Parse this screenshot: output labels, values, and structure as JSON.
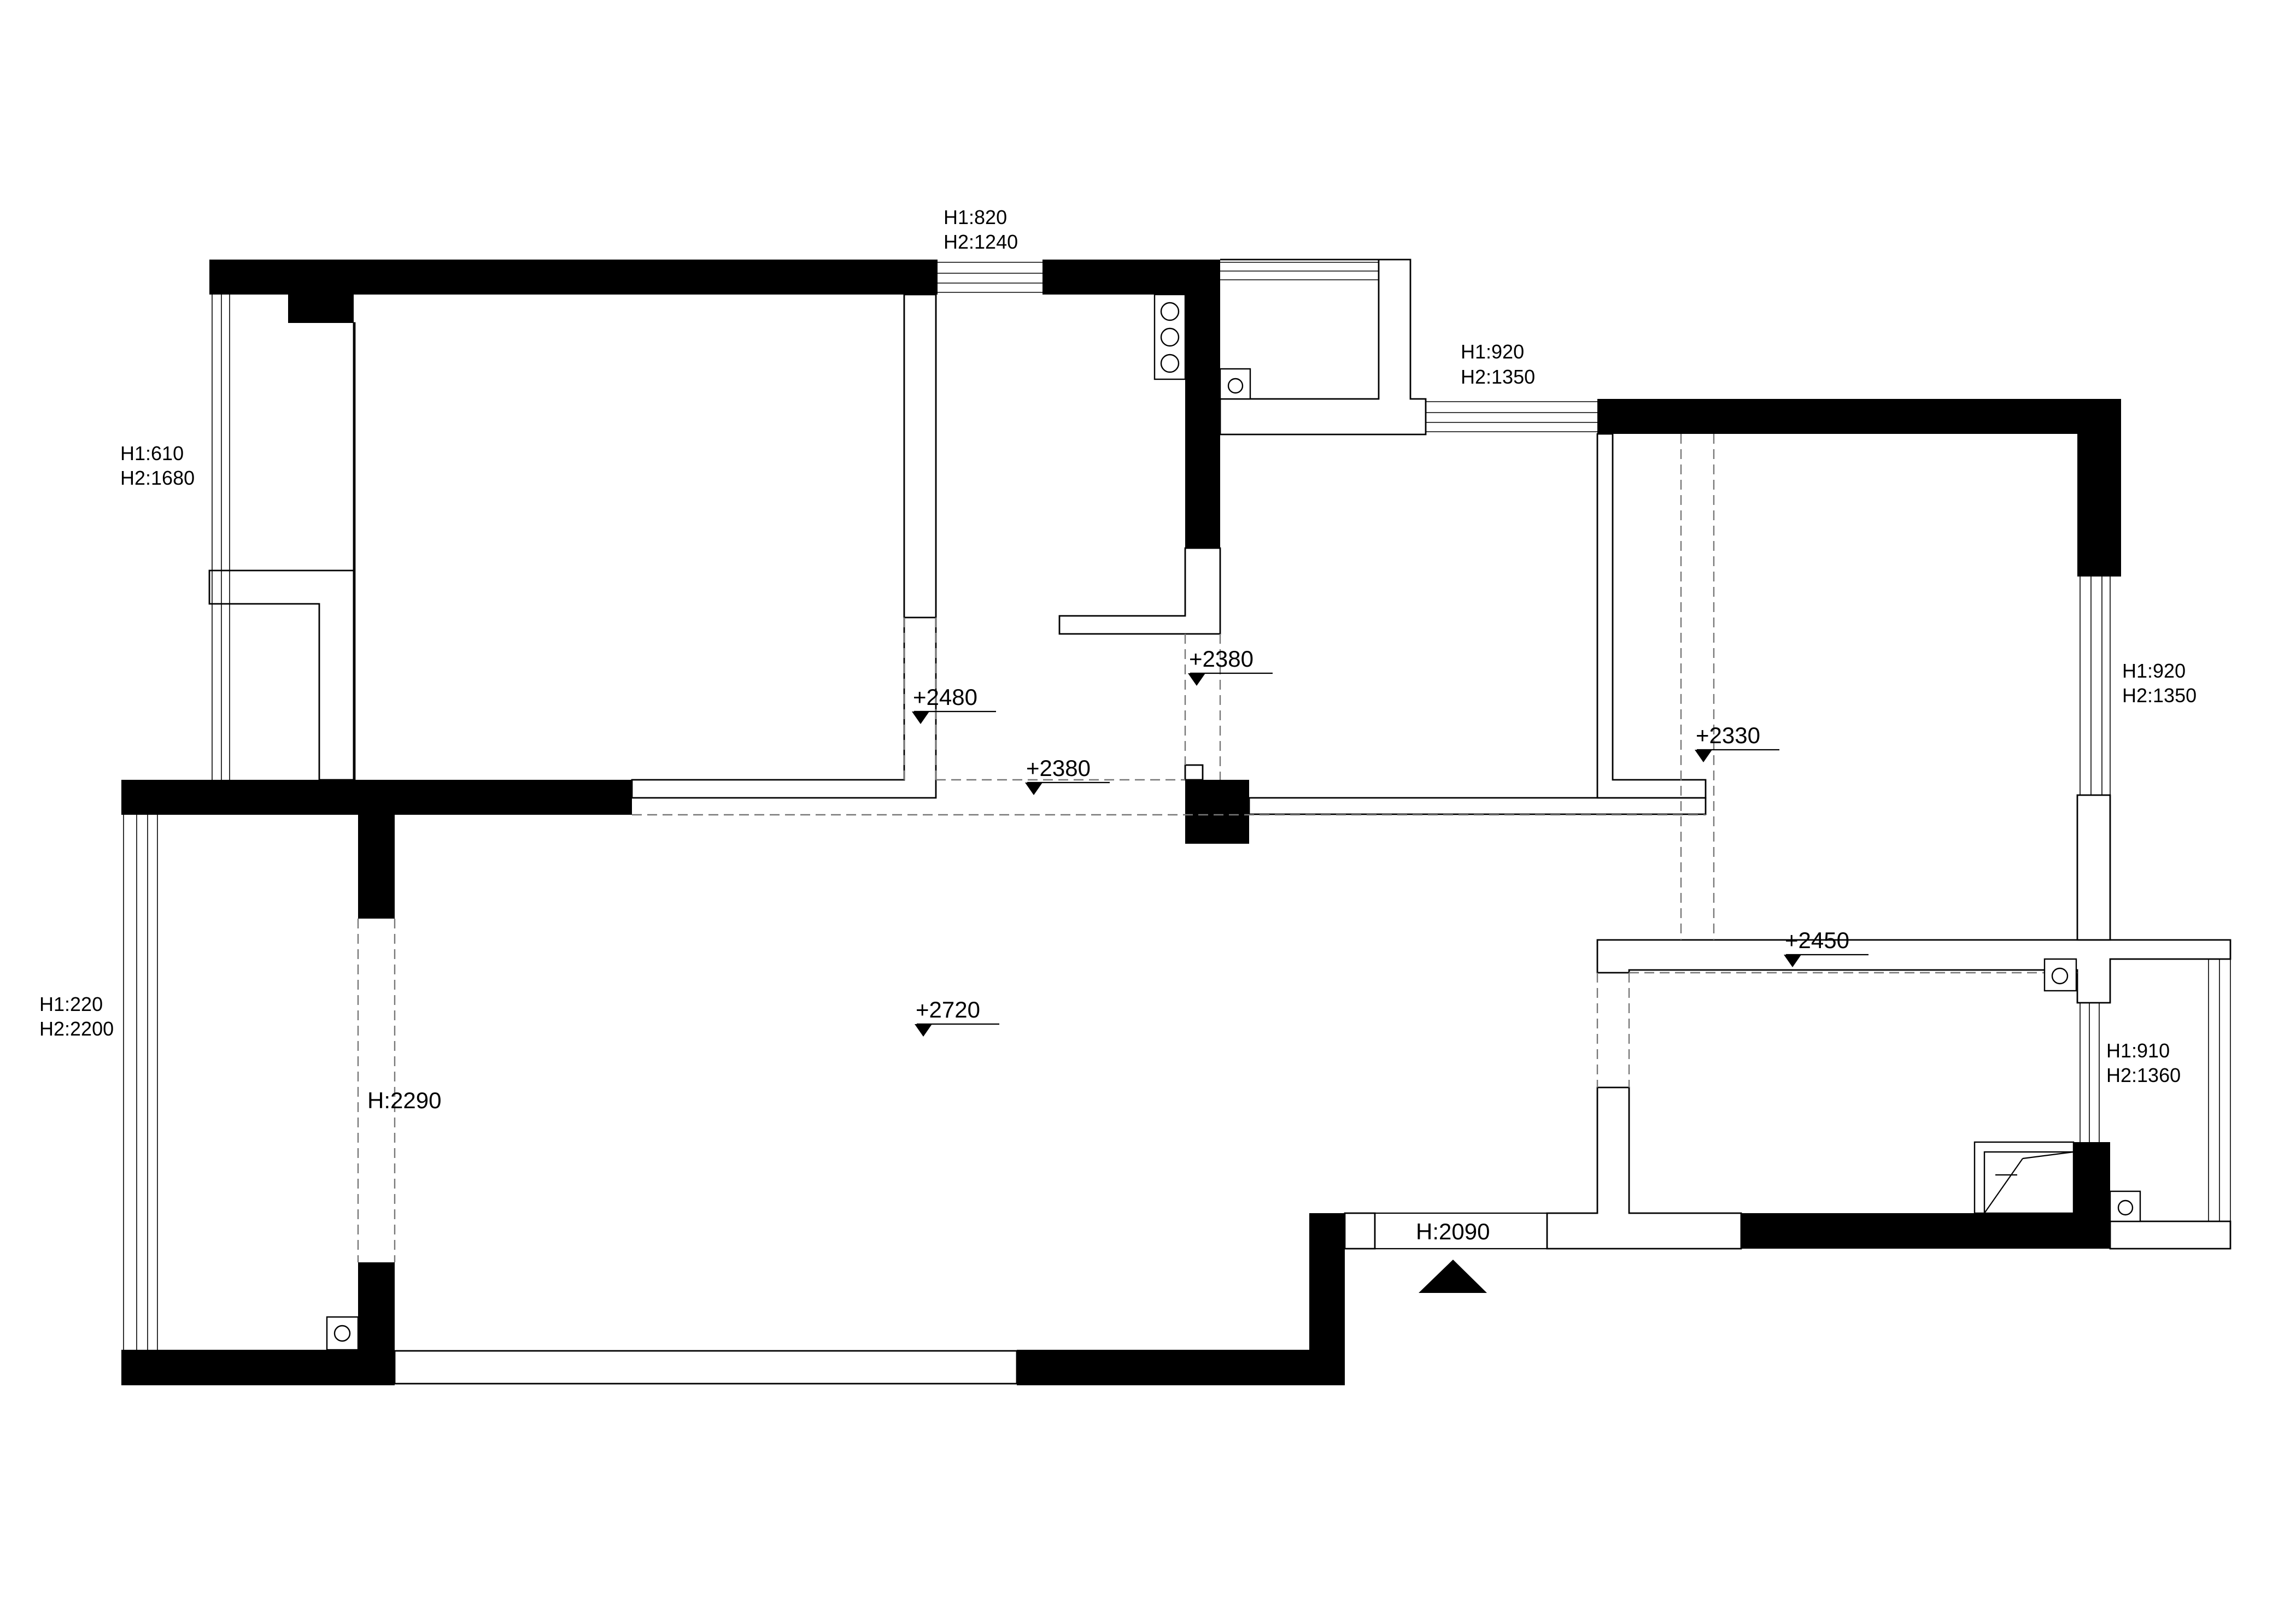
{
  "drawing": {
    "windows": [
      {
        "h1": "H1:820",
        "h2": "H2:1240"
      },
      {
        "h1": "H1:610",
        "h2": "H2:1680"
      },
      {
        "h1": "H1:920",
        "h2": "H2:1350"
      },
      {
        "h1": "H1:920",
        "h2": "H2:1350"
      },
      {
        "h1": "H1:220",
        "h2": "H2:2200"
      },
      {
        "h1": "H1:910",
        "h2": "H2:1360"
      }
    ],
    "levels": [
      "+2480",
      "+2380",
      "+2380",
      "+2330",
      "+2450",
      "+2720"
    ],
    "openings": [
      "H:2290",
      "H:2090"
    ]
  }
}
